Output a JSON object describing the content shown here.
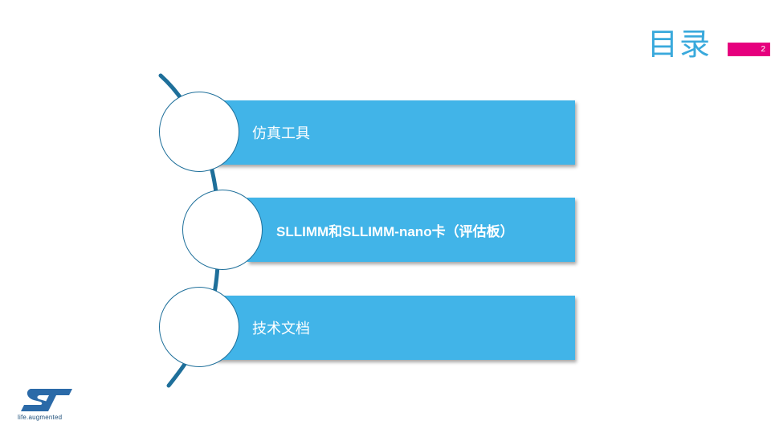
{
  "slide": {
    "title": "目录",
    "page_number": "2"
  },
  "agenda": {
    "items": [
      {
        "label": "仿真工具"
      },
      {
        "label": "SLLIMM和SLLIMM-nano卡（评估板）"
      },
      {
        "label": "技术文档"
      }
    ]
  },
  "logo": {
    "tagline": "life.augmented"
  },
  "colors": {
    "accent_blue": "#41b4e8",
    "title_blue": "#39a9dc",
    "badge_magenta": "#e6007e",
    "connector_blue": "#1e6f9a",
    "logo_blue": "#2b6aa8"
  }
}
